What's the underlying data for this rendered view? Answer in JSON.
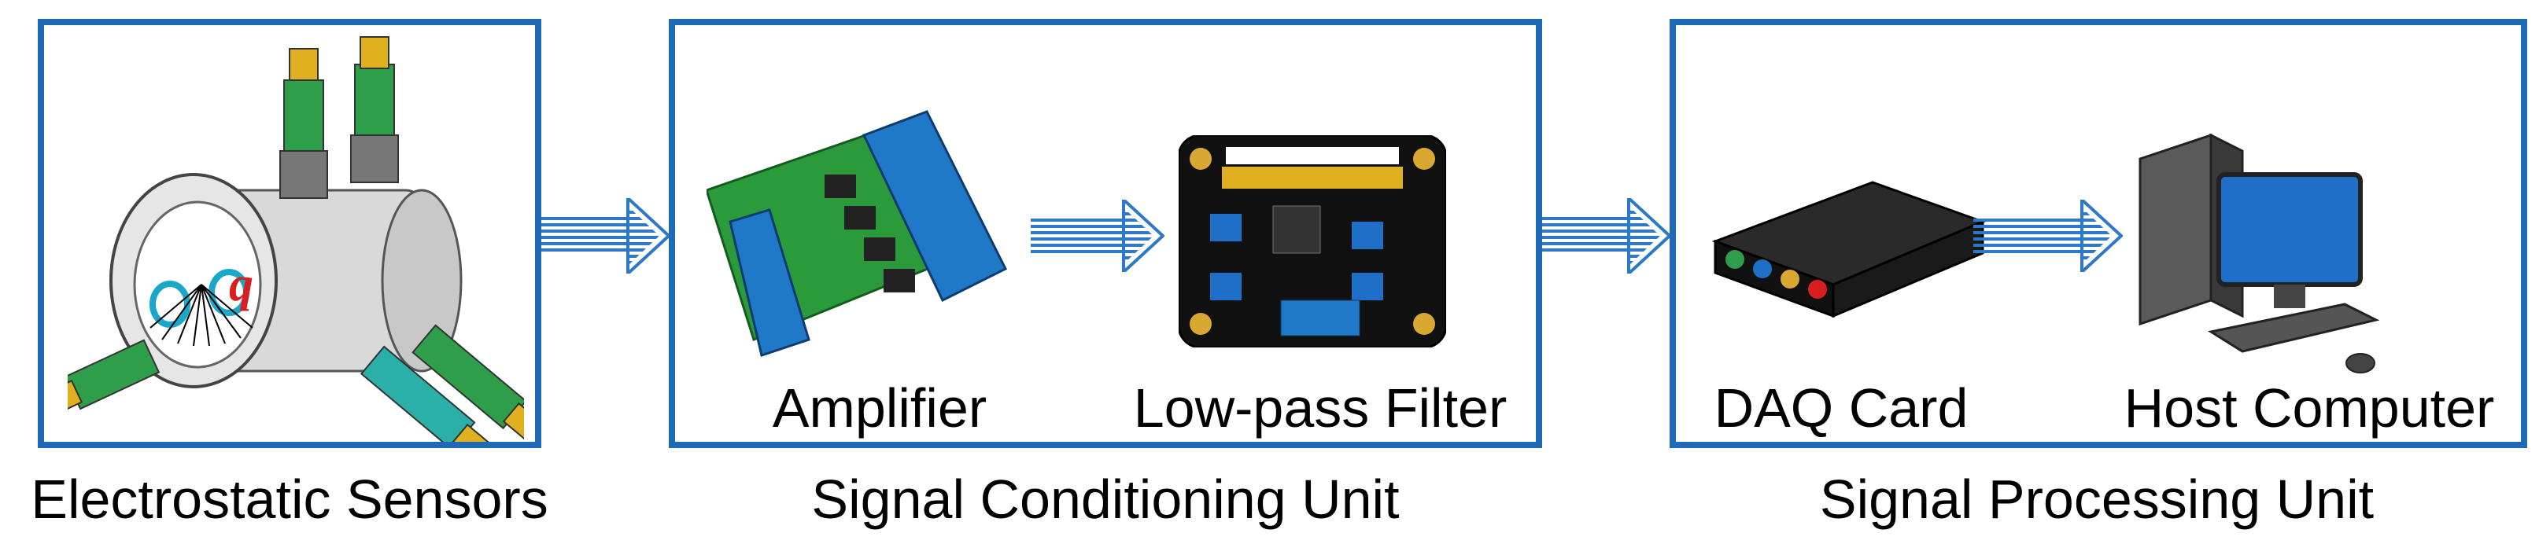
{
  "colors": {
    "frame": "#1e6ab4",
    "arrow": "#2e78c8"
  },
  "stages": [
    {
      "caption": "Electrostatic Sensors",
      "items": []
    },
    {
      "caption": "Signal Conditioning Unit",
      "items": [
        "Amplifier",
        "Low-pass Filter"
      ]
    },
    {
      "caption": "Signal Processing Unit",
      "items": [
        "DAQ Card",
        "Host Computer"
      ]
    }
  ],
  "sensor_charge_symbol": "q",
  "icons": [
    "electrostatic-sensor-pipe-image",
    "amplifier-board-image",
    "low-pass-filter-board-image",
    "daq-card-image",
    "host-computer-image"
  ]
}
